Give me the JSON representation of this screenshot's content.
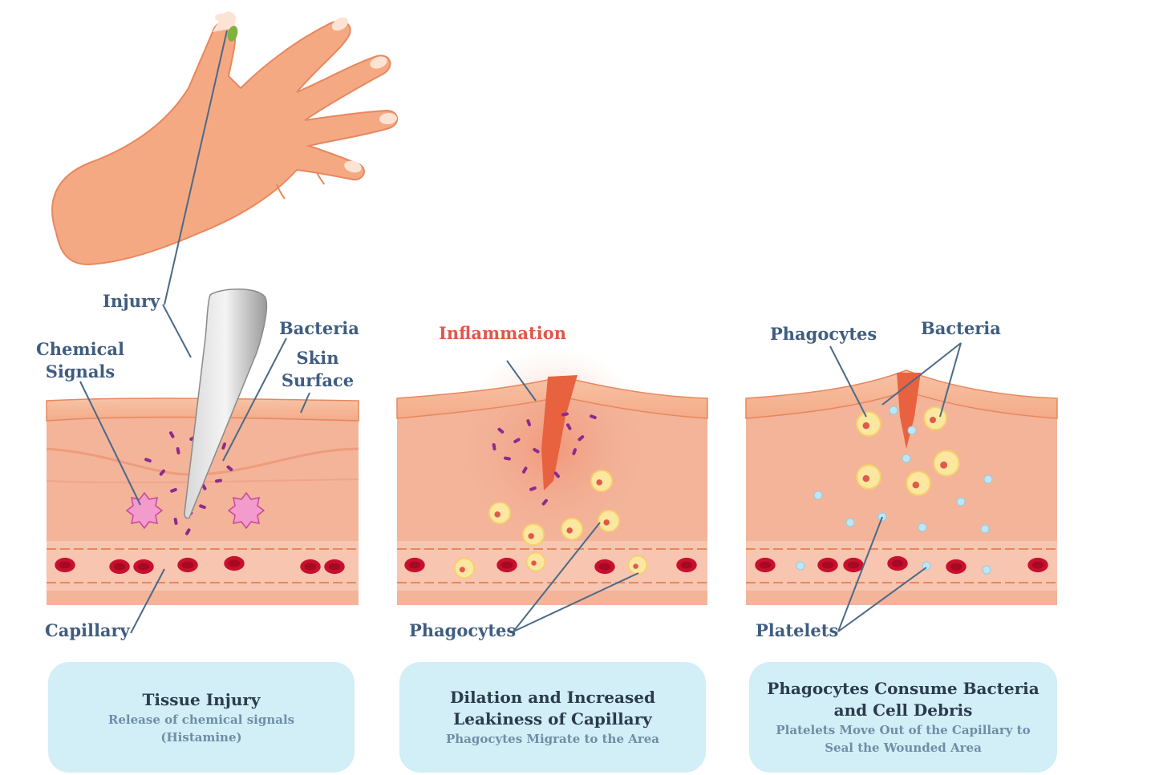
{
  "labels": {
    "injury": "Injury",
    "chemical_signals_1": "Chemical",
    "chemical_signals_2": "Signals",
    "bacteria_1": "Bacteria",
    "skin_surface_1": "Skin",
    "skin_surface_2": "Surface",
    "capillary": "Capillary",
    "inflammation": "Inflammation",
    "phagocytes_2": "Phagocytes",
    "phagocytes_3": "Phagocytes",
    "bacteria_3": "Bacteria",
    "platelets": "Platelets"
  },
  "cards": [
    {
      "title": "Tissue Injury",
      "subtitle_lines": [
        "Release of chemical signals",
        "(Histamine)"
      ]
    },
    {
      "title_lines": [
        "Dilation and Increased",
        "Leakiness of Capillary"
      ],
      "subtitle": "Phagocytes Migrate to the Area"
    },
    {
      "title_lines": [
        "Phagocytes Consume Bacteria",
        "and Cell Debris"
      ],
      "subtitle_lines": [
        "Platelets Move Out of the Capillary to",
        "Seal the Wounded Area"
      ]
    }
  ],
  "colors": {
    "label_blue": "#3f5d80",
    "label_red": "#e0584a",
    "card_bg": "#d2eef7",
    "skin": "#f5a983",
    "tissue": "#f3b49a",
    "blood_cell": "#c8102e",
    "bacteria": "#8e2a8c",
    "phagocyte": "#fbe7a0",
    "platelet": "#bfe6f4"
  }
}
